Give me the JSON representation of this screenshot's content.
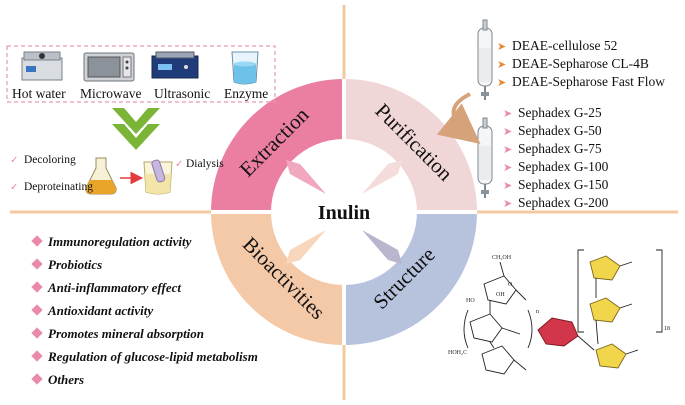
{
  "center": {
    "label": "Inulin"
  },
  "quadrants": {
    "extraction": "Extraction",
    "purification": "Purification",
    "bioactivities": "Bioactivities",
    "structure": "Structure"
  },
  "extraction": {
    "methods": [
      "Hot water",
      "Microwave",
      "Ultrasonic",
      "Enzyme"
    ],
    "steps": {
      "decoloring": "Decoloring",
      "deproteinating": "Deproteinating",
      "dialysis": "Dialysis"
    }
  },
  "purification": {
    "column1": [
      "DEAE-cellulose 52",
      "DEAE-Sepharose CL-4B",
      "DEAE-Sepharose Fast Flow"
    ],
    "column2": [
      "Sephadex G-25",
      "Sephadex G-50",
      "Sephadex G-75",
      "Sephadex G-100",
      "Sephadex G-150",
      "Sephadex G-200"
    ]
  },
  "bioactivities": [
    "Immunoregulation activity",
    "Probiotics",
    "Anti-inflammatory effect",
    "Antioxidant activity",
    "Promotes mineral absorption",
    "Regulation of glucose-lipid metabolism",
    "Others"
  ],
  "structure": {
    "groups": [
      "CH₂OH",
      "OH",
      "O",
      "HOH₂C",
      "HO",
      "n",
      "18"
    ]
  },
  "colors": {
    "extraction": "#ea7fa2",
    "purification": "#f0d6d6",
    "bioactivities": "#f4c9a8",
    "structure": "#b7c2dd",
    "divider": "#f3c8a0",
    "chevron": "#7bb537",
    "orange_bullet": "#e8893a",
    "pink_bullet": "#e88aa8"
  }
}
